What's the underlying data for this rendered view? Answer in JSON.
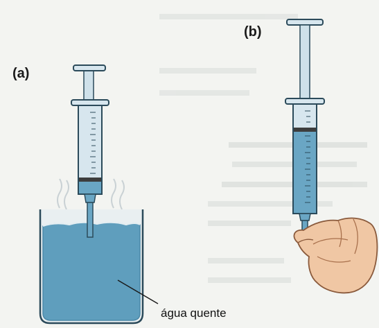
{
  "labels": {
    "panel_a": "(a)",
    "panel_b": "(b)",
    "water": "água quente"
  },
  "colors": {
    "water": "#5f9ebd",
    "water_dark": "#4c89a8",
    "syringe_liquid": "#6aa6c4",
    "syringe_body": "#d7e6ee",
    "outline": "#2b4a5a",
    "skin": "#f0c7a4"
  },
  "icons": {
    "syringe_a": "syringe-icon",
    "syringe_b": "syringe-icon",
    "beaker": "beaker-icon",
    "hand": "hand-icon",
    "steam": "steam-icon"
  }
}
